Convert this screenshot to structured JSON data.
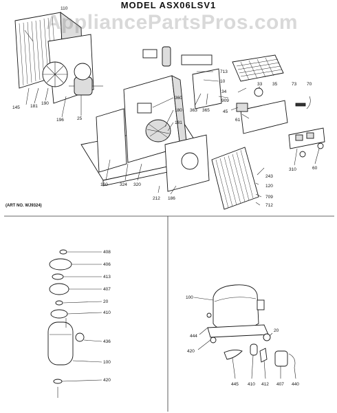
{
  "title": "MODEL ASX06LSV1",
  "watermark": "AppliancePartsPros.com",
  "art_no": "(ART NO. WJ9324)",
  "labels": {
    "l110": "110",
    "l145": "145",
    "l181a": "181",
    "l190": "190",
    "l196": "196",
    "l25": "25",
    "l713": "713",
    "l10": "10",
    "l34": "34",
    "l33": "33",
    "l35": "35",
    "l73": "73",
    "l70": "70",
    "l360": "360",
    "l180": "180",
    "l181b": "181",
    "l363": "363",
    "l365": "365",
    "l909": "909",
    "l45": "45",
    "l61": "61",
    "l310": "310",
    "l60": "60",
    "l160": "160",
    "l324": "324",
    "l320": "320",
    "l212": "212",
    "l186": "186",
    "l243": "243",
    "l120": "120",
    "l709": "709",
    "l712": "712",
    "l408": "408",
    "l406": "406",
    "l413": "413",
    "l407a": "407",
    "l20a": "20",
    "l410a": "410",
    "l436": "436",
    "l100a": "100",
    "l420a": "420",
    "l100b": "100",
    "l444": "444",
    "l420b": "420",
    "l20b": "20",
    "l445": "445",
    "l410b": "410",
    "l412": "412",
    "l407b": "407",
    "l440": "440"
  }
}
